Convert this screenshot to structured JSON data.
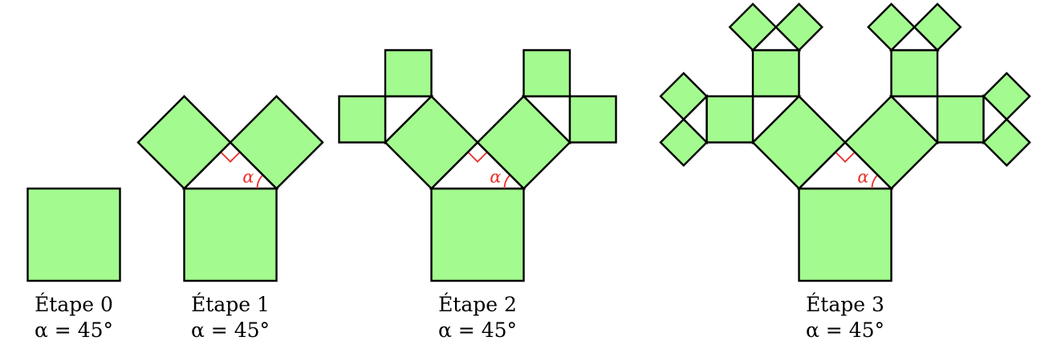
{
  "colors": {
    "square_fill": "#a3fb8f",
    "outline": "#000000",
    "angle_marker": "#e8312a"
  },
  "angle_symbol": "α",
  "stages": [
    {
      "title": "Étape 0",
      "angle": "α = 45°",
      "depth": 0
    },
    {
      "title": "Étape 1",
      "angle": "α = 45°",
      "depth": 1
    },
    {
      "title": "Étape 2",
      "angle": "α = 45°",
      "depth": 2
    },
    {
      "title": "Étape 3",
      "angle": "α = 45°",
      "depth": 3
    }
  ]
}
